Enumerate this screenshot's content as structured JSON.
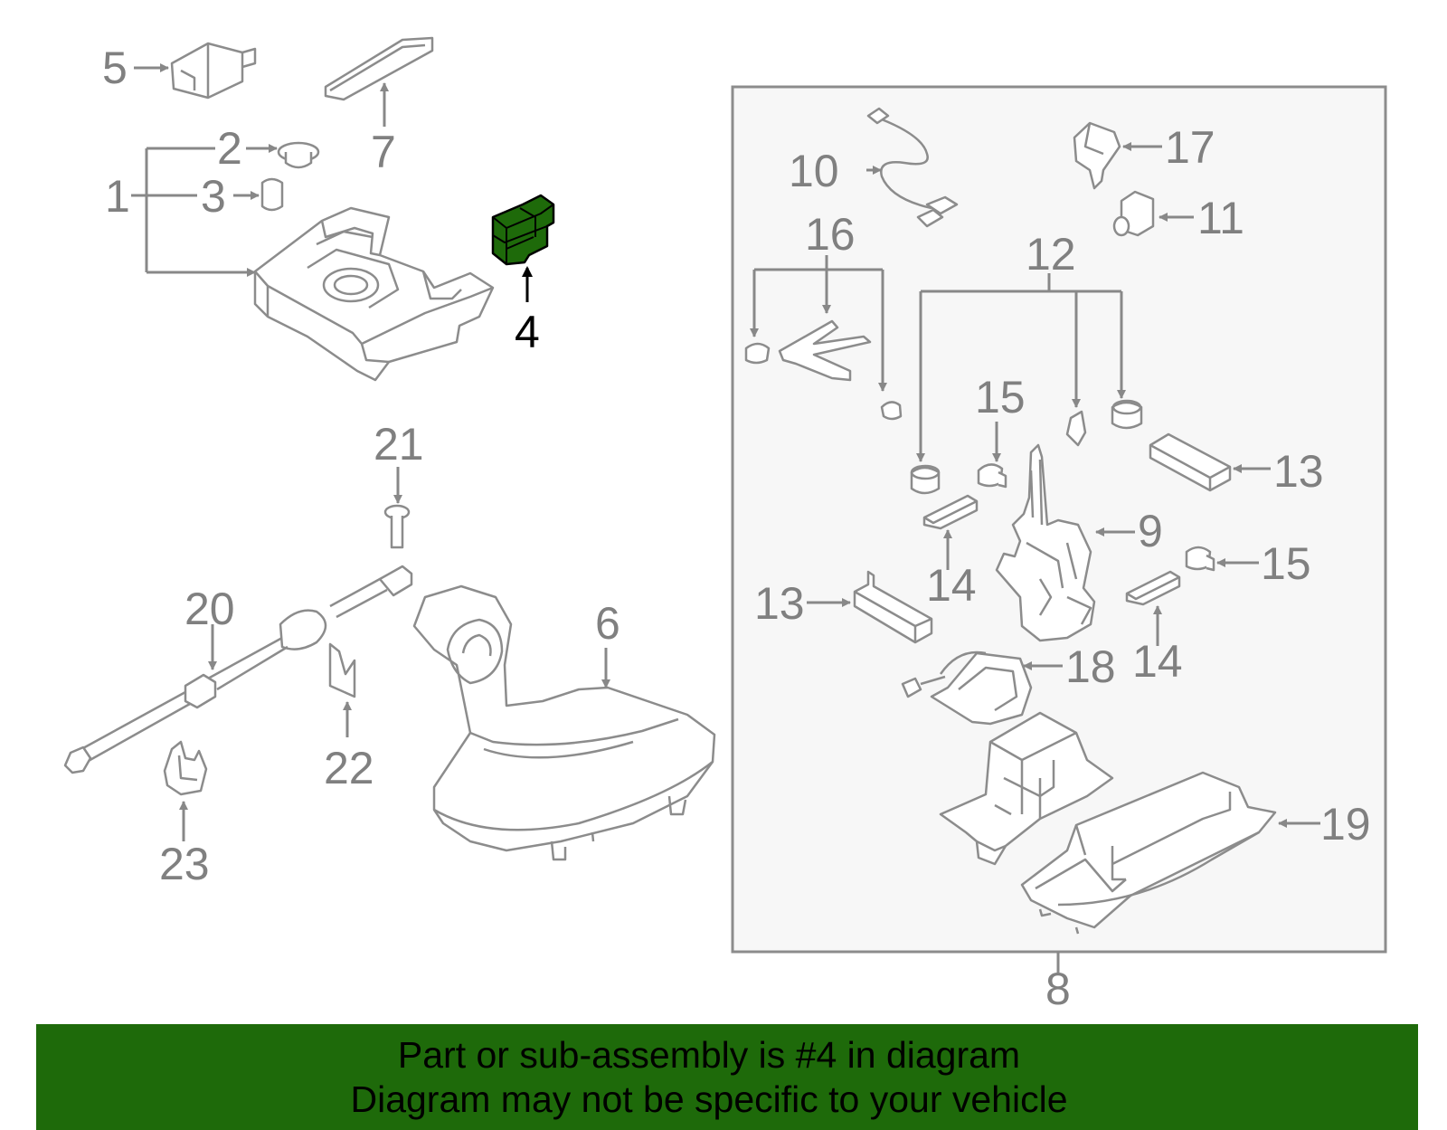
{
  "callouts": {
    "c1": "1",
    "c2": "2",
    "c3": "3",
    "c4": "4",
    "c5": "5",
    "c6": "6",
    "c7": "7",
    "c8": "8",
    "c9": "9",
    "c10": "10",
    "c11": "11",
    "c12": "12",
    "c13a": "13",
    "c13b": "13",
    "c14a": "14",
    "c14b": "14",
    "c15a": "15",
    "c15b": "15",
    "c16": "16",
    "c17": "17",
    "c18": "18",
    "c19": "19",
    "c20": "20",
    "c21": "21",
    "c22": "22",
    "c23": "23"
  },
  "highlight": {
    "part_number": "4",
    "color": "#1e6a0a"
  },
  "banner": {
    "line1": "Part or sub-assembly is #4 in diagram",
    "line2": "Diagram may not be specific to your vehicle"
  }
}
